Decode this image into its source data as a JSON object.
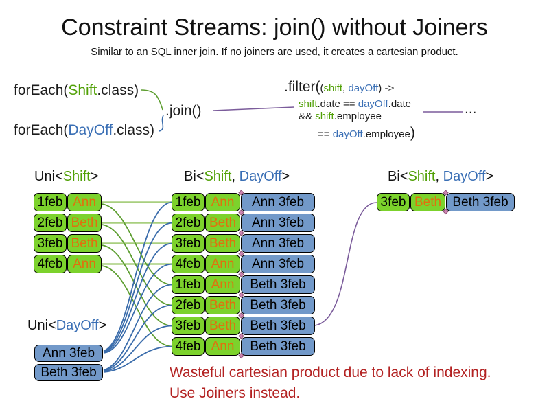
{
  "title": "Constraint Streams: join() without Joiners",
  "subtitle": "Similar to an SQL inner join. If no joiners are used, it creates a cartesian product.",
  "code": {
    "foreach_shift": {
      "fn": "forEach(",
      "arg": "Shift",
      "end": ".class)"
    },
    "foreach_dayoff": {
      "fn": "forEach(",
      "arg": "DayOff",
      "end": ".class)"
    },
    "join": ".join()",
    "ellipsis": "...",
    "filter": {
      "head": ".filter(",
      "p_open": "(",
      "arg1": "shift",
      "comma": ", ",
      "arg2": "dayOff",
      "arrow": ") ->",
      "l2a": "shift",
      "l2b": ".date == ",
      "l2c": "dayOff",
      "l2d": ".date",
      "l3a": "&& ",
      "l3b": "shift",
      "l3c": ".employee",
      "l4a": "== ",
      "l4b": "dayOff",
      "l4c": ".employee",
      "l4d": ")"
    }
  },
  "labels": {
    "uni_shift": {
      "pre": "Uni<",
      "shift": "Shift",
      "post": ">"
    },
    "bi_middle": {
      "pre": "Bi<",
      "shift": "Shift",
      "comma": ", ",
      "dayoff": "DayOff",
      "post": ">"
    },
    "bi_right": {
      "pre": "Bi<",
      "shift": "Shift",
      "comma": ", ",
      "dayoff": "DayOff",
      "post": ">"
    },
    "uni_dayoff": {
      "pre": "Uni<",
      "dayoff": "DayOff",
      "post": ">"
    }
  },
  "shift_rows": [
    {
      "date": "1feb",
      "employee": "Ann"
    },
    {
      "date": "2feb",
      "employee": "Beth"
    },
    {
      "date": "3feb",
      "employee": "Beth"
    },
    {
      "date": "4feb",
      "employee": "Ann"
    }
  ],
  "dayoff_rows": [
    {
      "label": "Ann 3feb"
    },
    {
      "label": "Beth 3feb"
    }
  ],
  "pair_rows": [
    {
      "date": "1feb",
      "employee": "Ann",
      "dayoff": "Ann 3feb"
    },
    {
      "date": "2feb",
      "employee": "Beth",
      "dayoff": "Ann 3feb"
    },
    {
      "date": "3feb",
      "employee": "Beth",
      "dayoff": "Ann 3feb"
    },
    {
      "date": "4feb",
      "employee": "Ann",
      "dayoff": "Ann 3feb"
    },
    {
      "date": "1feb",
      "employee": "Ann",
      "dayoff": "Beth 3feb"
    },
    {
      "date": "2feb",
      "employee": "Beth",
      "dayoff": "Beth 3feb"
    },
    {
      "date": "3feb",
      "employee": "Beth",
      "dayoff": "Beth 3feb"
    },
    {
      "date": "4feb",
      "employee": "Ann",
      "dayoff": "Beth 3feb"
    }
  ],
  "result_row": {
    "date": "3feb",
    "employee": "Beth",
    "dayoff": "Beth 3feb"
  },
  "warning": {
    "line1": "Wasteful cartesian product due to lack of indexing.",
    "line2": "Use Joiners instead."
  },
  "colors": {
    "shift_green": "#7cd22c",
    "dayoff_blue": "#7299c9",
    "employee_orange": "#e0700e",
    "code_green": "#50a005",
    "code_blue": "#3a6fb5",
    "warning_red": "#b32222",
    "line_green_light": "#a8cf7f",
    "line_green_dark": "#5d9e30",
    "line_blue": "#3a6cab",
    "line_purple": "#7b5c9b",
    "diamond_pink": "#cf84b2"
  }
}
